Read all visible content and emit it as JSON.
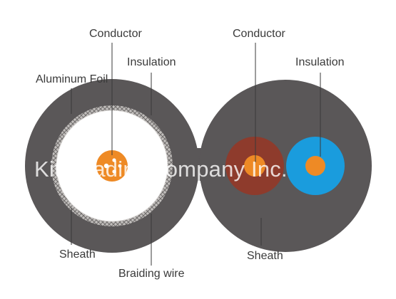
{
  "labels": {
    "left_conductor": "Conductor",
    "left_insulation": "Insulation",
    "aluminum_foil": "Aluminum Foil",
    "left_sheath": "Sheath",
    "braiding_wire": "Braiding wire",
    "right_conductor": "Conductor",
    "right_insulation": "Insulation",
    "right_sheath": "Sheath"
  },
  "watermark": "Kite trading company Inc.",
  "colors": {
    "sheath": "#5a5758",
    "braid_ring": "#b9b6b4",
    "foil_ring": "#ffffff",
    "insulation_white": "#ffffff",
    "conductor_orange": "#ee8a25",
    "insulation_brown": "#8e3b2c",
    "insulation_blue": "#1a9cdd",
    "leader_line": "#3a3a3a",
    "text": "#3a3a3a"
  }
}
